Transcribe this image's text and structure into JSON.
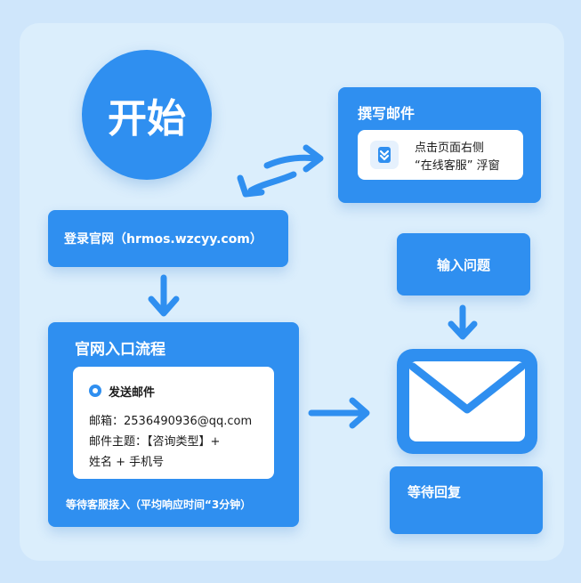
{
  "start": {
    "label": "开始"
  },
  "compose": {
    "title": "撰写邮件",
    "line1": "点击页面右侧",
    "line2": "“在线客服” 浮窗",
    "icon": "chevron-down-shield-icon"
  },
  "login": {
    "label": "登录官网（hrmos.wzcyy.com）"
  },
  "process": {
    "title": "官网入口流程",
    "send_title": "发送邮件",
    "email_line": "邮箱：2536490936@qq.com",
    "subject_line": "邮件主题：【咨询类型】+",
    "subject_line2": "姓名 + 手机号",
    "wait_line": "等待客服接入（平均响应时间“3分钟）"
  },
  "input_issue": {
    "label": "输入问题"
  },
  "envelope": {
    "icon": "envelope-icon"
  },
  "wait_reply": {
    "label": "等待回复"
  },
  "colors": {
    "accent": "#2f8ff0",
    "background": "#cfe6fb",
    "card": "#ffffff"
  }
}
